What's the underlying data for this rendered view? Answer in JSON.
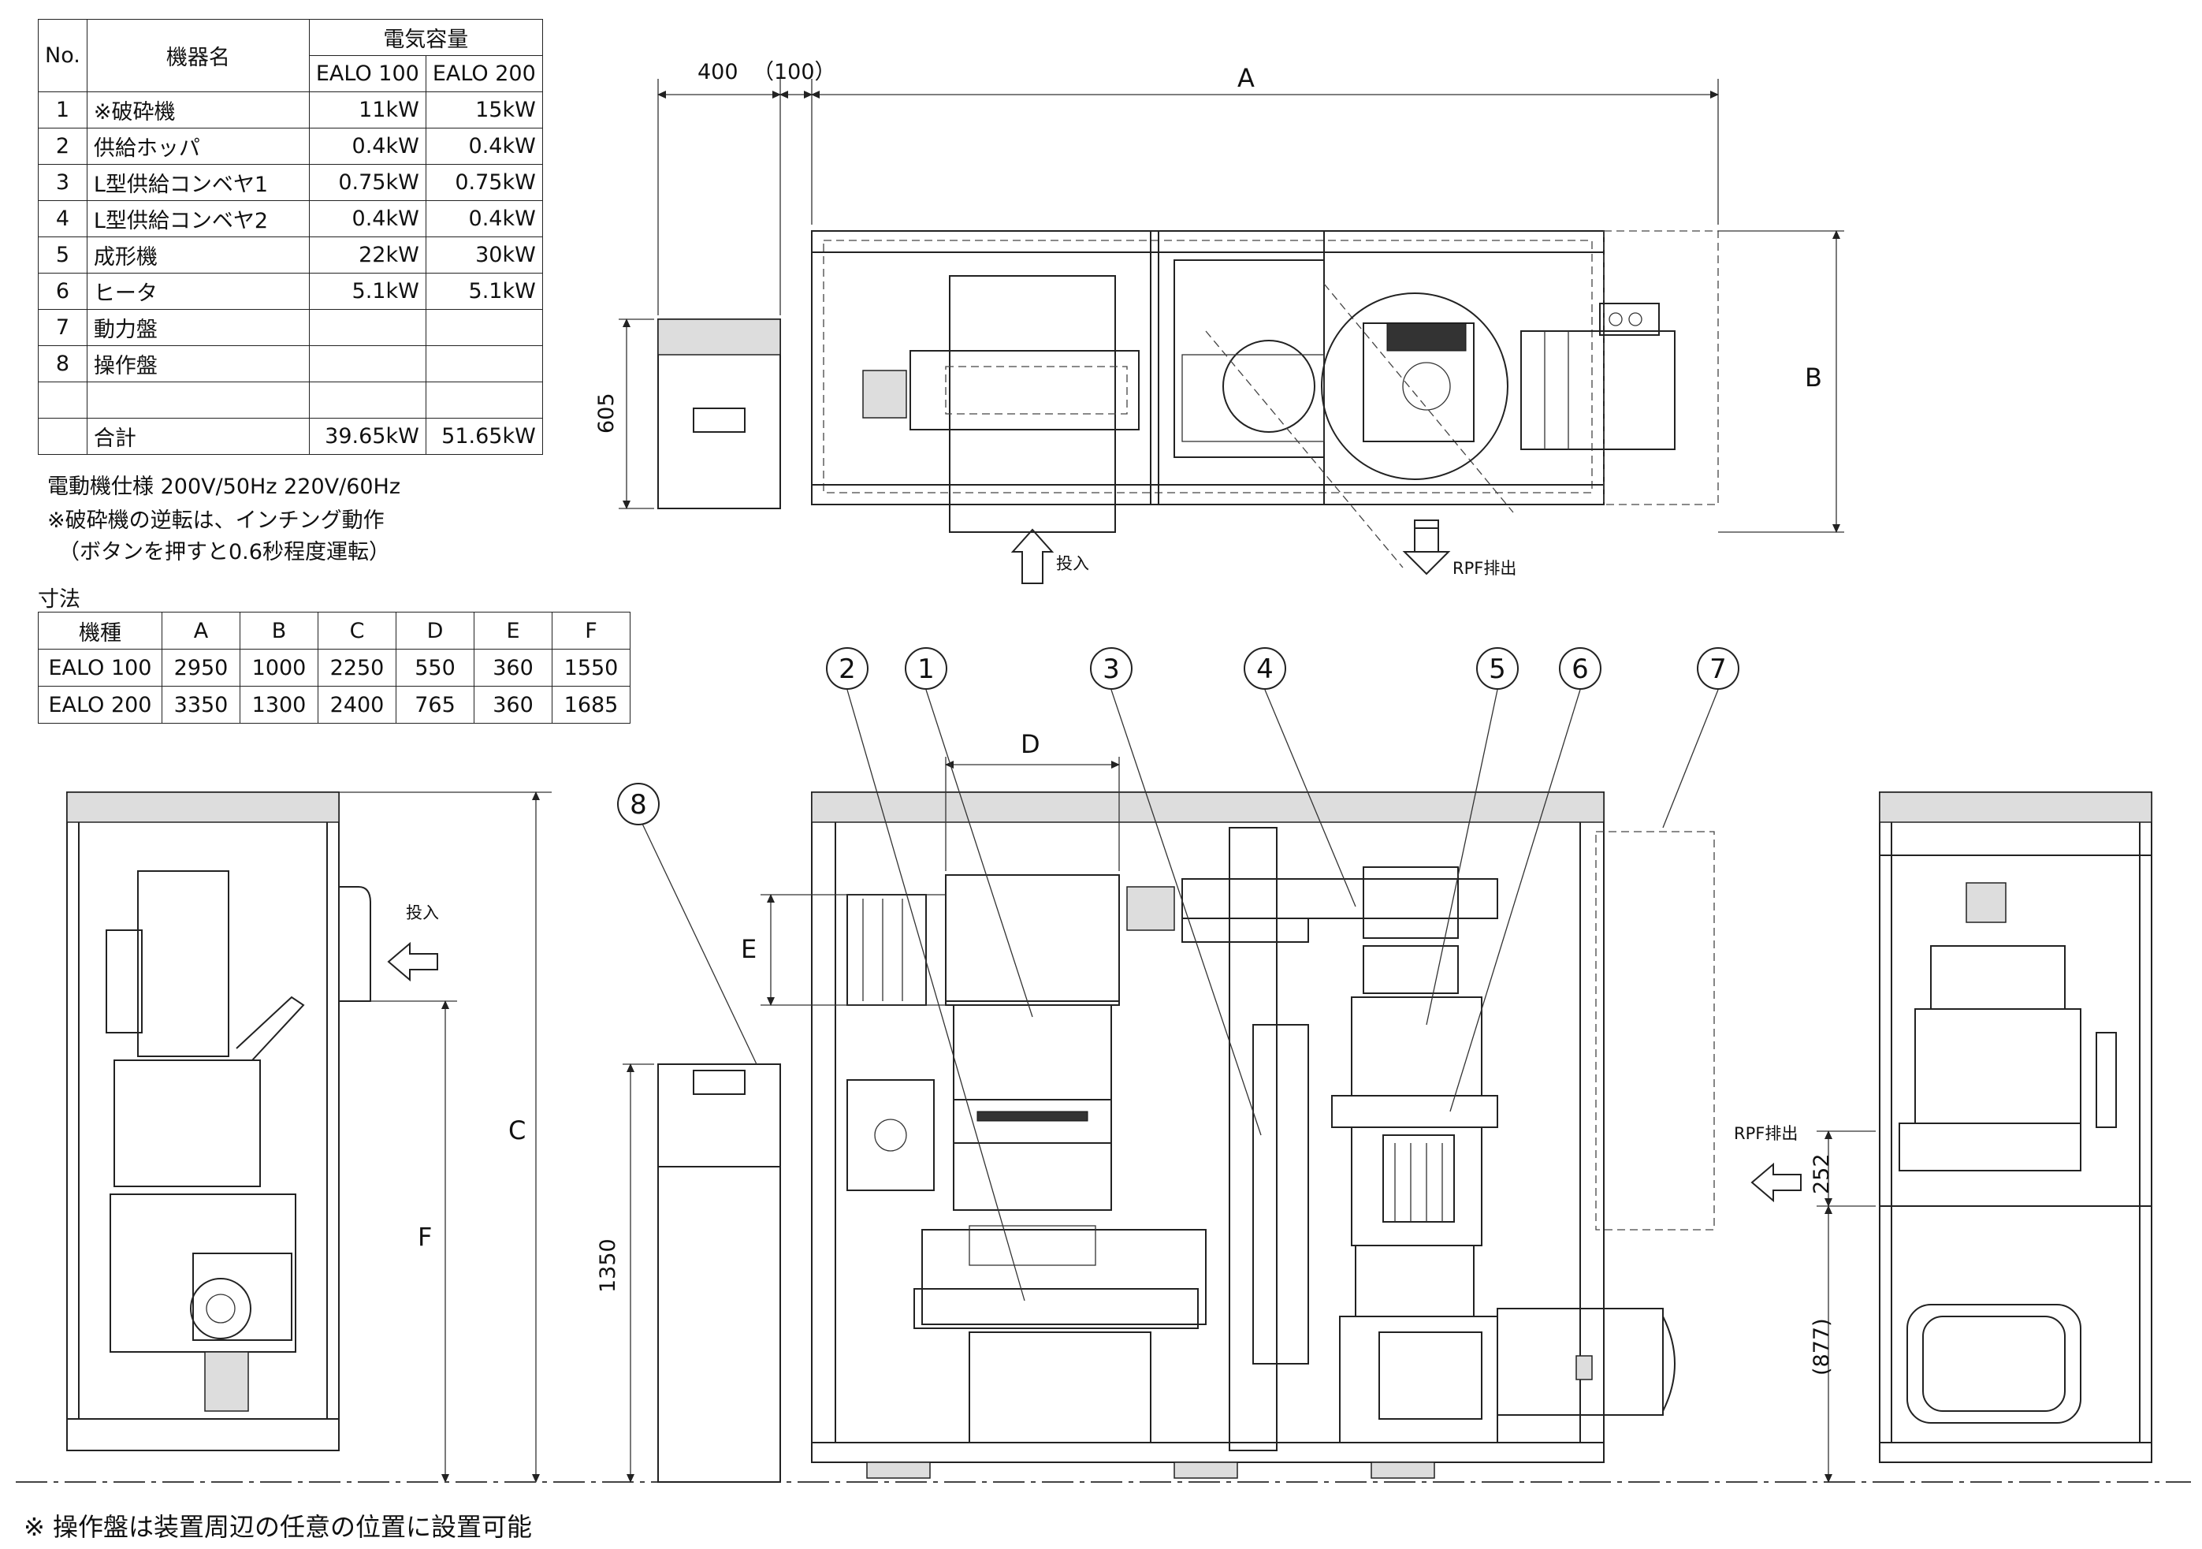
{
  "capacity_table": {
    "header": {
      "no": "No.",
      "name": "機器名",
      "group": "電気容量",
      "m1": "EALO 100",
      "m2": "EALO 200"
    },
    "rows": [
      {
        "no": "1",
        "name": "※破砕機",
        "m1": "11kW",
        "m2": "15kW"
      },
      {
        "no": "2",
        "name": "供給ホッパ",
        "m1": "0.4kW",
        "m2": "0.4kW"
      },
      {
        "no": "3",
        "name": "L型供給コンベヤ1",
        "m1": "0.75kW",
        "m2": "0.75kW"
      },
      {
        "no": "4",
        "name": "L型供給コンベヤ2",
        "m1": "0.4kW",
        "m2": "0.4kW"
      },
      {
        "no": "5",
        "name": "成形機",
        "m1": "22kW",
        "m2": "30kW"
      },
      {
        "no": "6",
        "name": "ヒータ",
        "m1": "5.1kW",
        "m2": "5.1kW"
      },
      {
        "no": "7",
        "name": "動力盤",
        "m1": "",
        "m2": ""
      },
      {
        "no": "8",
        "name": "操作盤",
        "m1": "",
        "m2": ""
      },
      {
        "no": "",
        "name": "",
        "m1": "",
        "m2": ""
      },
      {
        "no": "",
        "name": "合計",
        "m1": "39.65kW",
        "m2": "51.65kW"
      }
    ]
  },
  "notes": {
    "motor_spec": "電動機仕様 200V/50Hz 220V/60Hz",
    "reverse_note_1": "※破砕機の逆転は、インチング動作",
    "reverse_note_2": "（ボタンを押すと0.6秒程度運転）",
    "dimensions_title": "寸法",
    "footer": "※ 操作盤は装置周辺の任意の位置に設置可能"
  },
  "dimensions_table": {
    "headers": [
      "機種",
      "A",
      "B",
      "C",
      "D",
      "E",
      "F"
    ],
    "rows": [
      [
        "EALO 100",
        "2950",
        "1000",
        "2250",
        "550",
        "360",
        "1550"
      ],
      [
        "EALO 200",
        "3350",
        "1300",
        "2400",
        "765",
        "360",
        "1685"
      ]
    ]
  },
  "drawing_labels": {
    "dim_400": "400",
    "dim_100": "（100）",
    "dim_A": "A",
    "dim_B": "B",
    "dim_605": "605",
    "input_top": "投入",
    "rpf_top": "RPF排出",
    "dim_D": "D",
    "dim_E": "E",
    "dim_C": "C",
    "dim_F": "F",
    "dim_1350": "1350",
    "input_side": "投入",
    "rpf_side": "RPF排出",
    "dim_252": "252",
    "dim_877": "(877)",
    "callouts": [
      "1",
      "2",
      "3",
      "4",
      "5",
      "6",
      "7",
      "8"
    ]
  }
}
